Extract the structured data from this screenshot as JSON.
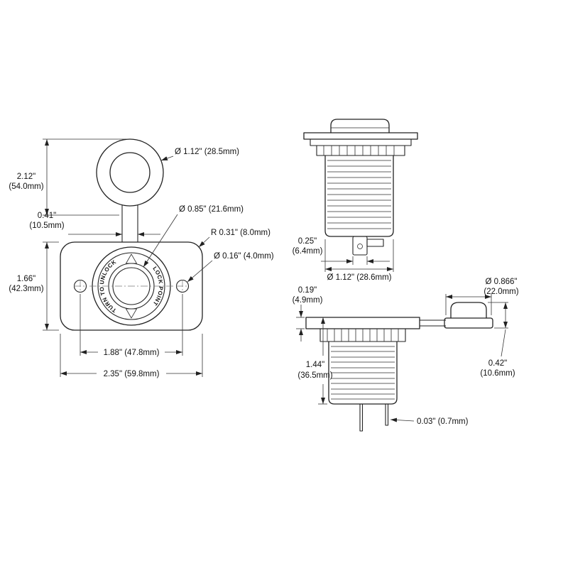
{
  "front": {
    "cap_dia": "Ø 1.12\" (28.5mm)",
    "socket_dia": "Ø 0.85\" (21.6mm)",
    "corner_r": "R 0.31\" (8.0mm)",
    "hole_dia": "Ø 0.16\" (4.0mm)",
    "height_in": "2.12\"",
    "height_mm": "(54.0mm)",
    "strap_in": "0.41\"",
    "strap_mm": "(10.5mm)",
    "panel_h_in": "1.66\"",
    "panel_h_mm": "(42.3mm)",
    "hole_span": "1.88\" (47.8mm)",
    "panel_w": "2.35\" (59.8mm)",
    "face_left": "TURN TO UNLOCK",
    "face_right": "LOCK POINT"
  },
  "side_top": {
    "terminal_in": "0.25\"",
    "terminal_mm": "(6.4mm)",
    "body_dia": "Ø 1.12\" (28.6mm)"
  },
  "side_bottom": {
    "flange_in": "0.19\"",
    "flange_mm": "(4.9mm)",
    "length_in": "1.44\"",
    "length_mm": "(36.5mm)",
    "cap_dia_in": "Ø 0.866\"",
    "cap_dia_mm": "(22.0mm)",
    "cap_h_in": "0.42\"",
    "cap_h_mm": "(10.6mm)",
    "pin": "0.03\" (0.7mm)"
  }
}
